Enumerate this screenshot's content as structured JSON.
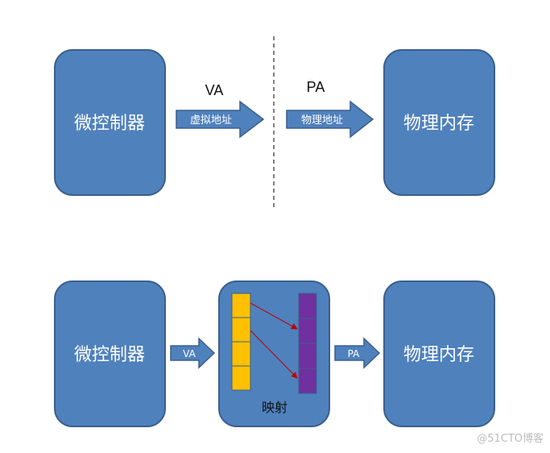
{
  "top": {
    "mcu_label": "微控制器",
    "va_label": "VA",
    "pa_label": "PA",
    "virtual_addr_label": "虚拟地址",
    "physical_addr_label": "物理地址",
    "memory_label": "物理内存"
  },
  "bottom": {
    "mcu_label": "微控制器",
    "va_arrow_label": "VA",
    "map_label": "映射",
    "pa_arrow_label": "PA",
    "memory_label": "物理内存"
  },
  "colors": {
    "box_fill": "#4f81bd",
    "box_stroke": "#3a5f8c",
    "cell_yellow": "#ffc000",
    "cell_purple": "#7030a0",
    "mapping_arrow": "#c00000"
  },
  "watermark": "@51CTO博客"
}
